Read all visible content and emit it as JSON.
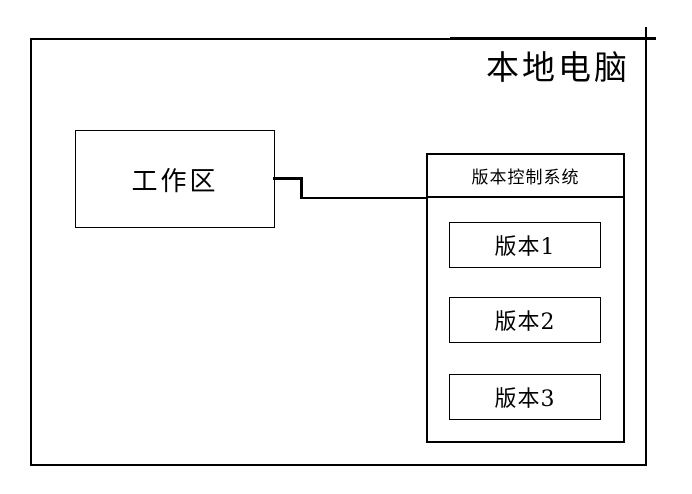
{
  "diagram": {
    "outer_label": "本地电脑",
    "workspace_label": "工作区",
    "vcs_title": "版本控制系统",
    "versions": [
      "版本1",
      "版本2",
      "版本3"
    ]
  },
  "colors": {
    "line": "#000000",
    "background": "#ffffff"
  }
}
